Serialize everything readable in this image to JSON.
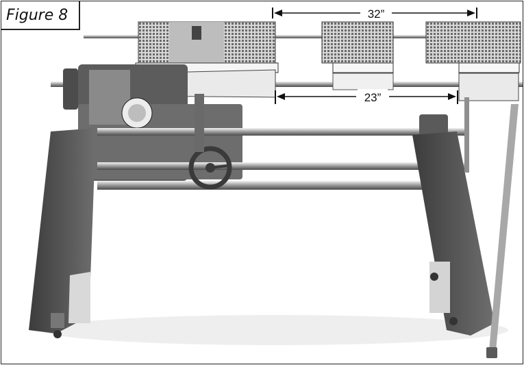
{
  "figure": {
    "label": "Figure 8"
  },
  "dimensions": [
    {
      "id": "dim-32",
      "text": "32”"
    },
    {
      "id": "dim-23",
      "text": "23”"
    }
  ]
}
